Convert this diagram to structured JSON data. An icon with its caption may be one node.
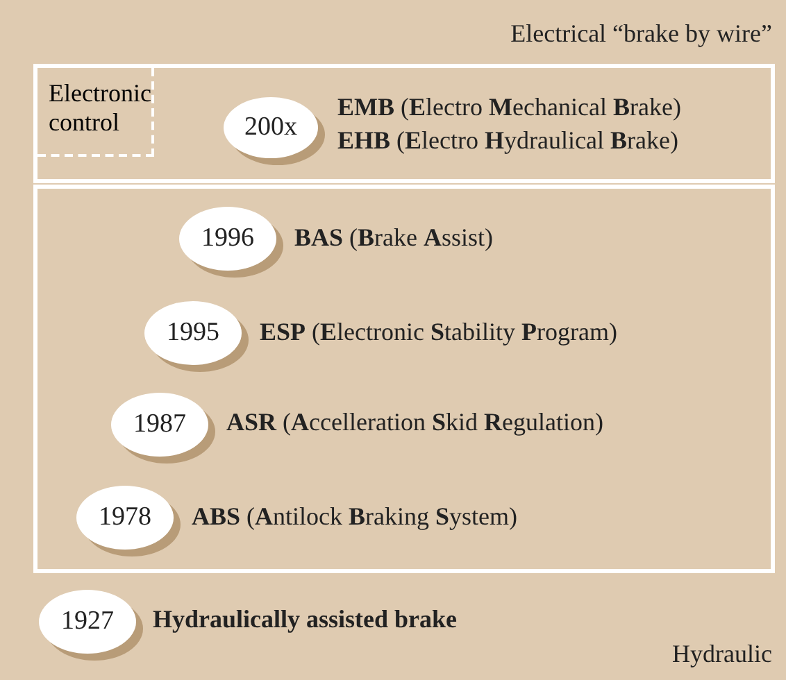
{
  "diagram": {
    "nodes": [
      {
        "text": [
          "Electrical “brake by wire”",
          "Hydraulic"
        ]
      },
      {
        "text": [],
        "shape": "box",
        "in": 0
      },
      {
        "text": [
          "Electronic control"
        ],
        "in": 1
      },
      {
        "text": [
          "200x"
        ],
        "in": 1,
        "beside": [
          "**EMB** (**E**lectro **M**echanical **B**rake)",
          "**EHB** (**E**lectro **H**ydraulical **B**rake)"
        ]
      },
      {
        "text": [],
        "shape": "box",
        "in": 0
      },
      {
        "text": [
          "1996"
        ],
        "in": 4,
        "beside": [
          "**BAS** (**B**rake **A**ssist)"
        ]
      },
      {
        "text": [
          "1995"
        ],
        "in": 4,
        "beside": [
          "**ESP** (**E**lectronic **S**tability **P**rogram)"
        ]
      },
      {
        "text": [
          "1987"
        ],
        "in": 4,
        "beside": [
          "**ASR** (**A**ccelleration **S**kid **R**egulation)"
        ]
      },
      {
        "text": [
          "1978"
        ],
        "in": 4,
        "beside": [
          "**ABS** (**A**ntilock **B**raking **S**ystem)"
        ]
      },
      {
        "text": [
          "1927"
        ],
        "in": 0,
        "beside": [
          "**Hydraulically assisted brake**"
        ]
      }
    ],
    "edges": []
  }
}
